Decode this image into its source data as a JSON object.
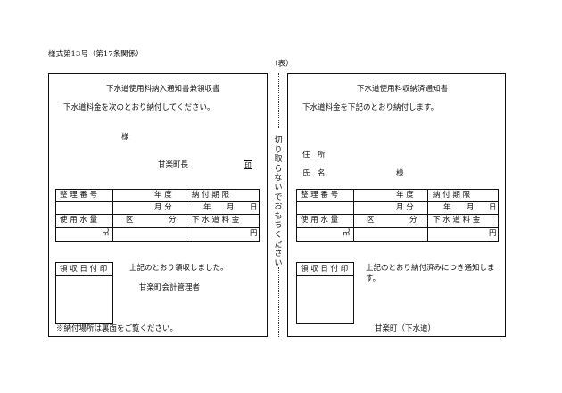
{
  "form_number": "様式第13号（第17条関係）",
  "side_label": "（表）",
  "cut_instruction": [
    "切",
    "り",
    "取",
    "ら",
    "な",
    "い",
    "で",
    "お",
    "も",
    "ち",
    "く",
    "だ",
    "さ",
    "い"
  ],
  "left": {
    "title": "下水道使用料納入通知書兼領収書",
    "intro": "下水道料金を次のとおり納付してください。",
    "recipient_suffix": "様",
    "issuer": "甘楽町長",
    "seal": "印",
    "table": {
      "r1": {
        "c1": "整 理 番 号",
        "c2": "年 度",
        "c3": "納 付 期 限"
      },
      "r2": {
        "c2": "月 分",
        "c3a": "年",
        "c3b": "月",
        "c3c": "日"
      },
      "r3": {
        "c1": "使 用 水 量",
        "c2a": "区",
        "c2b": "分",
        "c3": "下 水 道 料 金"
      },
      "r4": {
        "unit": "㎥",
        "yen": "円"
      }
    },
    "stamp_label": "領 収 日 付 印",
    "receipt_text": "上記のとおり領収しました。",
    "receipt_by": "甘楽町会計管理者",
    "note": "※納付場所は裏面をご覧ください。"
  },
  "right": {
    "title": "下水道使用料収納済通知書",
    "intro": "下水道料金を下記のとおり納付します。",
    "address_label": "住　所",
    "name_label": "氏　名",
    "name_suffix": "様",
    "table": {
      "r1": {
        "c1": "整 理 番 号",
        "c2": "年 度",
        "c3": "納 付 期 限"
      },
      "r2": {
        "c2": "月 分",
        "c3a": "年",
        "c3b": "月",
        "c3c": "日"
      },
      "r3": {
        "c1": "使 用 水 量",
        "c2a": "区",
        "c2b": "分",
        "c3": "下 水 道 料 金"
      },
      "r4": {
        "unit": "㎥",
        "yen": "円"
      }
    },
    "stamp_label": "領 収 日 付 印",
    "notice_line1": "上記のとおり納付済みにつき通知しま",
    "notice_line2": "す。",
    "issuer": "甘楽町（下水道）"
  }
}
